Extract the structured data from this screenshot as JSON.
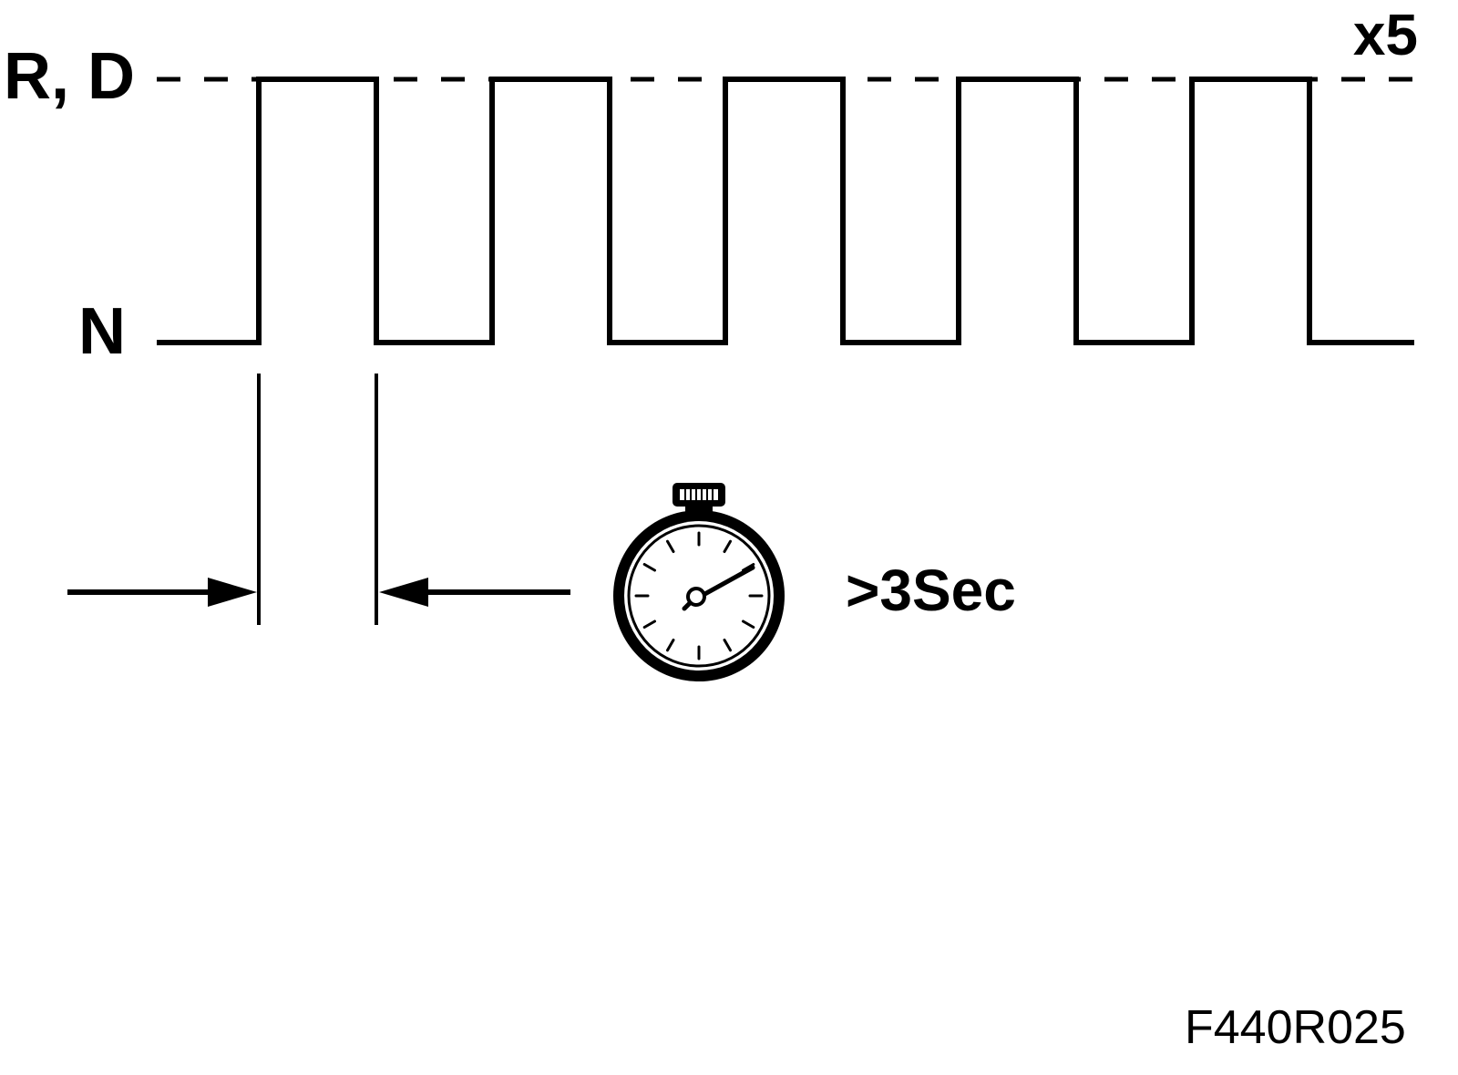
{
  "labels": {
    "high_state": "R, D",
    "low_state": "N",
    "repeat": "x5",
    "duration": ">3Sec",
    "figure_ref": "F440R025"
  },
  "signal": {
    "pulse_count": 5,
    "states": [
      "N",
      "R, D"
    ]
  },
  "icons": {
    "timer": "stopwatch-icon"
  },
  "colors": {
    "ink": "#000000",
    "background": "#ffffff"
  }
}
